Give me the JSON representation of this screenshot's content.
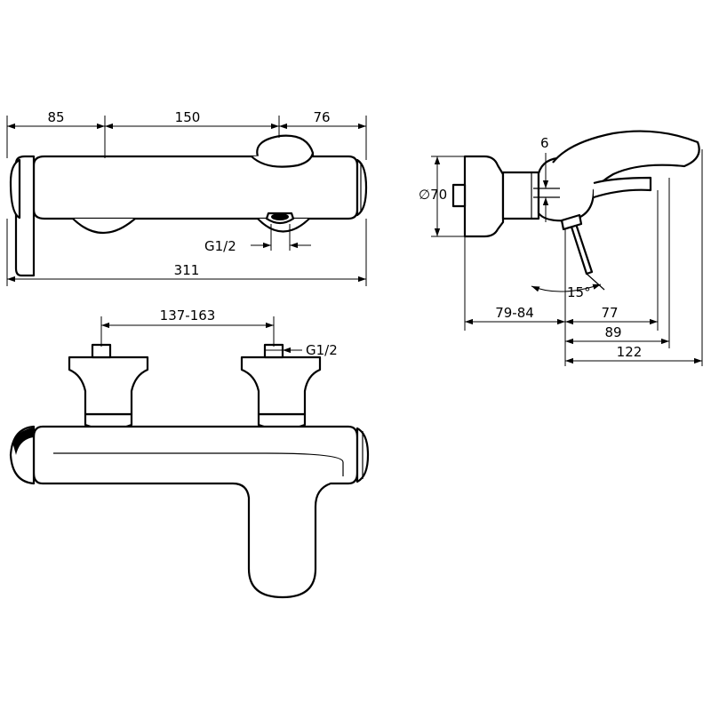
{
  "dimensions": {
    "front_left": "85",
    "front_middle": "150",
    "front_right": "76",
    "front_total": "311",
    "front_outlet_thread": "G1/2",
    "diameter": "∅70",
    "side_offset": "6",
    "side_angle": "15°",
    "side_wall": "79-84",
    "side_77": "77",
    "side_89": "89",
    "side_122": "122",
    "bottom_spacing": "137-163",
    "bottom_thread": "G1/2"
  },
  "colors": {
    "line": "#000000",
    "background": "#ffffff"
  }
}
